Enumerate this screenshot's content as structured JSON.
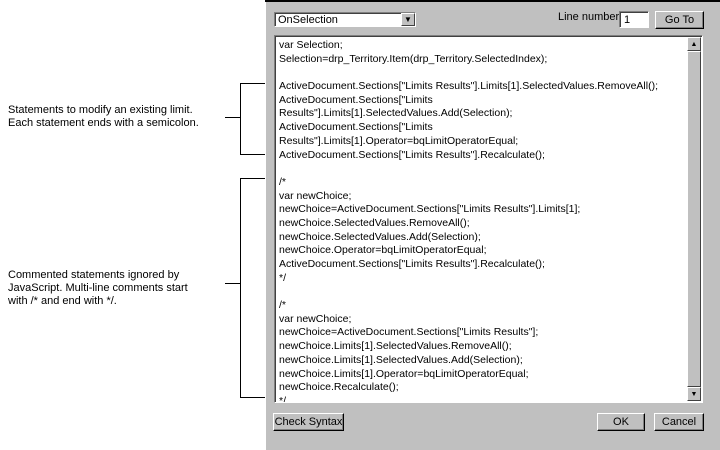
{
  "annotations": {
    "modify_note": "Statements to modify an existing limit.\nEach statement ends with a semicolon.",
    "comment_note": "Commented statements ignored by\nJavaScript. Multi-line comments start\nwith /* and end with */."
  },
  "dialog": {
    "event_select": {
      "value": "OnSelection"
    },
    "line_number": {
      "label": "Line number",
      "value": "1"
    },
    "goto_button": "Go To",
    "check_syntax_button": "Check Syntax",
    "ok_button": "OK",
    "cancel_button": "Cancel",
    "code_lines": [
      "var Selection;",
      "Selection=drp_Territory.Item(drp_Territory.SelectedIndex);",
      "",
      "ActiveDocument.Sections[\"Limits Results\"].Limits[1].SelectedValues.RemoveAll();",
      "ActiveDocument.Sections[\"Limits",
      "Results\"].Limits[1].SelectedValues.Add(Selection);",
      "ActiveDocument.Sections[\"Limits",
      "Results\"].Limits[1].Operator=bqLimitOperatorEqual;",
      "ActiveDocument.Sections[\"Limits Results\"].Recalculate();",
      "",
      "/*",
      "var newChoice;",
      "newChoice=ActiveDocument.Sections[\"Limits Results\"].Limits[1];",
      "newChoice.SelectedValues.RemoveAll();",
      "newChoice.SelectedValues.Add(Selection);",
      "newChoice.Operator=bqLimitOperatorEqual;",
      "ActiveDocument.Sections[\"Limits Results\"].Recalculate();",
      "*/",
      "",
      "/*",
      "var newChoice;",
      "newChoice=ActiveDocument.Sections[\"Limits Results\"];",
      "newChoice.Limits[1].SelectedValues.RemoveAll();",
      "newChoice.Limits[1].SelectedValues.Add(Selection);",
      "newChoice.Limits[1].Operator=bqLimitOperatorEqual;",
      "newChoice.Recalculate();",
      "*/"
    ]
  }
}
